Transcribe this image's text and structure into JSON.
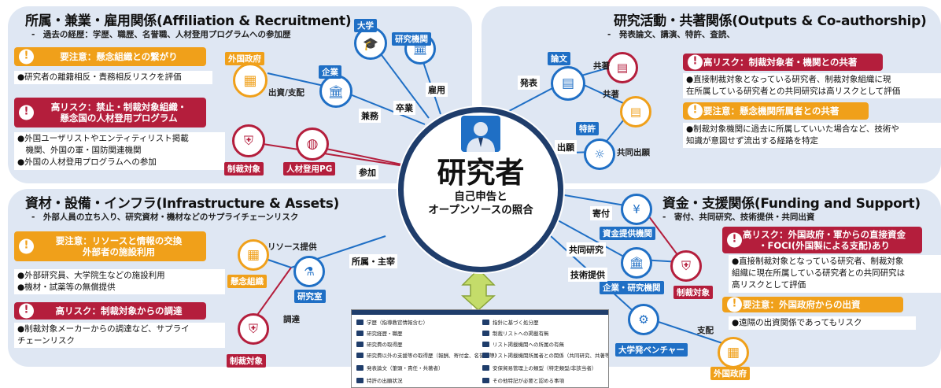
{
  "colors": {
    "panel": "#dfe7f3",
    "blue": "#1f6fc5",
    "red": "#b41e3c",
    "orange": "#f0a01a"
  },
  "center": {
    "title": "研究者",
    "line1": "自己申告と",
    "line2": "オープンソースの照合",
    "icon": "person-icon"
  },
  "affiliation": {
    "title": "所属・兼業・雇用関係(Affiliation & Recruitment)",
    "subtitle": "-　過去の経歴：学歴、職歴、名誉職、人材登用プログラムへの参加歴",
    "caution_label": "要注意：懸念組織との繋がり",
    "caution_note": "●研究者の離籍相反・責務相反リスクを評価",
    "high_label_1": "高リスク：禁止・制裁対象組織・",
    "high_label_2": "懸念国の人材登用プログラム",
    "high_note_1": "●外国ユーザリストやエンティティリスト掲載",
    "high_note_2": "　機関、外国の軍・国防関連機関",
    "high_note_3": "●外国の人材登用プログラムへの参加",
    "nodes": {
      "foreign_gov": "外国政府",
      "company": "企業",
      "university": "大学",
      "research_inst": "研究機関",
      "sanctioned": "制裁対象",
      "talent_pg": "人材登用PG"
    },
    "edges": {
      "invest": "出資/支配",
      "side_job": "兼務",
      "graduate": "卒業",
      "employ": "雇用",
      "participate": "参加"
    }
  },
  "outputs": {
    "title": "研究活動・共著関係(Outputs & Co-authorship)",
    "subtitle": "-　発表論文、講演、特許、査読、",
    "high_label": "高リスク：制裁対象者・機関との共著",
    "high_note_1": "●直接制裁対象となっている研究者、制裁対象組織に現",
    "high_note_2": "在所属している研究者との共同研究は高リスクとして評価",
    "caution_label": "要注意：懸念機関所属者との共著",
    "caution_note_1": "●制裁対象機関に過去に所属していいた場合など、技術や",
    "caution_note_2": "知識が意図せず流出する経路を特定",
    "nodes": {
      "paper": "論文",
      "patent": "特許"
    },
    "edges": {
      "present": "発表",
      "coauthor1": "共著",
      "coauthor2": "共著",
      "apply": "出願",
      "joint_apply": "共同出願"
    }
  },
  "infra": {
    "title": "資材・設備・インフラ(Infrastructure & Assets)",
    "subtitle": "-　外部人員の立ち入り、研究資材・機材などのサプライチェーンリスク",
    "caution_label_1": "要注意：リソースと情報の交換",
    "caution_label_2": "外部者の施設利用",
    "caution_note_1": "●外部研究員、大学院生などの施設利用",
    "caution_note_2": "●機材・試薬等の無償提供",
    "high_label": "高リスク：制裁対象からの調達",
    "high_note_1": "●制裁対象メーカーからの調達など、サプライ",
    "high_note_2": "チェーンリスク",
    "nodes": {
      "concern_org": "懸念組織",
      "lab": "研究室",
      "sanctioned": "制裁対象"
    },
    "edges": {
      "resource": "リソース提供",
      "procure": "調達",
      "affiliation": "所属・主宰"
    }
  },
  "funding": {
    "title": "資金・支援関係(Funding and Support)",
    "subtitle": "-　寄付、共同研究、技術提供・共同出資",
    "high_label_1": "高リスク：外国政府・軍からの直接資金",
    "high_label_2": "・FOCI(外国製による支配)あり",
    "high_note_1": "●直接制裁対象となっている研究者、制裁対象",
    "high_note_2": "組織に現在所属している研究者との共同研究は",
    "high_note_3": "高リスクとして評価",
    "caution_label": "要注意：外国政府からの出資",
    "caution_note": "●遠隔の出資関係であってもリスク",
    "nodes": {
      "funder": "資金提供機関",
      "company": "企業・研究機関",
      "startup": "大学発ベンチャー",
      "sanctioned": "制裁対象",
      "foreign_gov": "外国政府"
    },
    "edges": {
      "donate": "寄付",
      "joint": "共同研究",
      "tech": "技術提供",
      "control": "支配"
    }
  },
  "doc": {
    "left": [
      "学歴（指導教官情報含む）",
      "研究経歴・職歴",
      "研究費の取得歴",
      "研究費以外の支援等の取得歴（報酬、寄付金、名誉職等）",
      "発表論文（筆頭・責任・共著者）",
      "特許の出願状況"
    ],
    "right": [
      "指針に基づく処分歴",
      "制裁リストへの掲載有無",
      "リスト掲載機関への所属の有無",
      "リスト掲載機関所属者との関係（共同研究、共著等）",
      "安保貿易管理上の類型（特定類型/非該当者）",
      "その他特記が必要と認める事項"
    ]
  }
}
